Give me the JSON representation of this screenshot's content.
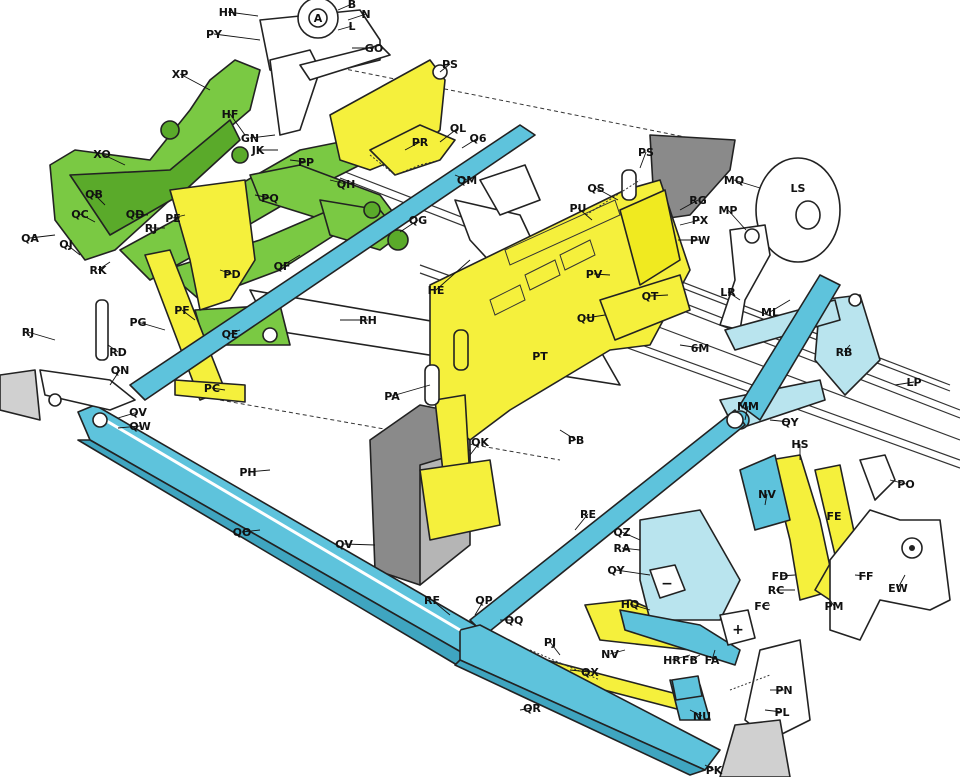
{
  "diagram": {
    "colors": {
      "green": "#7ac943",
      "yellow": "#f5f03c",
      "blue": "#5ec3dc",
      "lightblue": "#b9e4ee",
      "gray": "#8a8a8a",
      "ink": "#222222",
      "paper": "#ffffff"
    },
    "symbols": {
      "minus": "−",
      "plus": "+",
      "circle_a": "A"
    },
    "labels": [
      "HN",
      "B",
      "N",
      "L",
      "GO",
      "PY",
      "PS",
      "XP",
      "HF",
      "PR",
      "QL",
      "Q6",
      "GN",
      "JK",
      "XO",
      "PP",
      "QM",
      "QH",
      "PQ",
      "PS2",
      "QS",
      "RG",
      "PX",
      "PW",
      "MQ",
      "LS",
      "MP",
      "QB",
      "QC",
      "QD",
      "PE",
      "RJ",
      "QG",
      "PU",
      "HE",
      "QA",
      "QJ",
      "RK",
      "QF",
      "PV",
      "PD",
      "QT",
      "LR",
      "ML",
      "RJ2",
      "PG",
      "PF",
      "QE",
      "RH",
      "QU",
      "PT",
      "6M",
      "RB",
      "RD",
      "QN",
      "LP",
      "PC",
      "PA",
      "QK",
      "MM",
      "QY",
      "QV",
      "QW",
      "PB",
      "HS",
      "PH",
      "NV",
      "PO",
      "QO",
      "RE",
      "QZ",
      "RA",
      "FE",
      "QV2",
      "QY2",
      "FD",
      "FF",
      "RC",
      "EW",
      "RF",
      "QP",
      "QQ",
      "HQ",
      "FC",
      "PM",
      "PJ",
      "NV2",
      "HR",
      "FB",
      "FA",
      "QX",
      "PN",
      "PL",
      "QR",
      "NU",
      "PK"
    ],
    "text": {
      "HN": "HN",
      "B": "B",
      "N": "N",
      "L": "L",
      "GO": "GO",
      "PY": "PY",
      "PS": "PS",
      "XP": "XP",
      "HF": "HF",
      "PR": "PR",
      "QL": "QL",
      "Q6": "Q6",
      "GN": "GN",
      "JK": "JK",
      "XO": "XO",
      "PP": "PP",
      "QM": "QM",
      "QH": "QH",
      "PQ": "PQ",
      "PS2": "PS",
      "QS": "QS",
      "RG": "RG",
      "PX": "PX",
      "PW": "PW",
      "MQ": "MQ",
      "LS": "LS",
      "MP": "MP",
      "QB": "QB",
      "QC": "QC",
      "QD": "QD",
      "PE": "PE",
      "RJ": "RJ",
      "QG": "QG",
      "PU": "PU",
      "HE": "HE",
      "QA": "QA",
      "QJ": "QJ",
      "RK": "RK",
      "QF": "QF",
      "PV": "PV",
      "PD": "PD",
      "QT": "QT",
      "LR": "LR",
      "ML": "ML",
      "RJ2": "RJ",
      "PG": "PG",
      "PF": "PF",
      "QE": "QE",
      "RH": "RH",
      "QU": "QU",
      "PT": "PT",
      "6M": "6M",
      "RB": "RB",
      "RD": "RD",
      "QN": "QN",
      "LP": "LP",
      "PC": "PC",
      "PA": "PA",
      "QK": "QK",
      "MM": "MM",
      "QY": "QY",
      "QV": "QV",
      "QW": "QW",
      "PB": "PB",
      "HS": "HS",
      "PH": "PH",
      "NV": "NV",
      "PO": "PO",
      "QO": "QO",
      "RE": "RE",
      "QZ": "QZ",
      "RA": "RA",
      "FE": "FE",
      "QV2": "QV",
      "QY2": "QY",
      "FD": "FD",
      "FF": "FF",
      "RC": "RC",
      "EW": "EW",
      "RF": "RF",
      "QP": "QP",
      "QQ": "QQ",
      "HQ": "HQ",
      "FC": "FC",
      "PM": "PM",
      "PJ": "PJ",
      "NV2": "NV",
      "HR": "HR",
      "FB": "FB",
      "FA": "FA",
      "QX": "QX",
      "PN": "PN",
      "PL": "PL",
      "QR": "QR",
      "NU": "NU",
      "PK": "PK"
    }
  }
}
